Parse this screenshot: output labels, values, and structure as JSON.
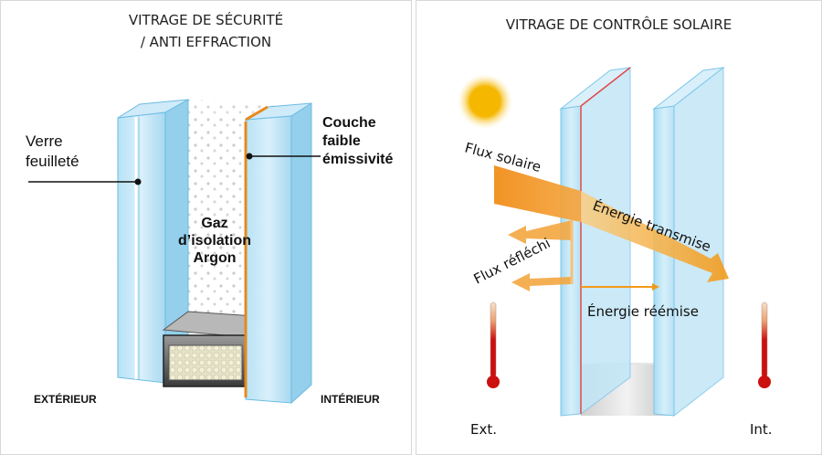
{
  "left_panel": {
    "title_line1": "VITRAGE DE SÉCURITÉ",
    "title_line2": "/ ANTI EFFRACTION",
    "label_laminated_line1": "Verre",
    "label_laminated_line2": "feuilleté",
    "label_gas_line1": "Gaz",
    "label_gas_line2": "d’isolation",
    "label_gas_line3": "Argon",
    "label_coating_line1": "Couche",
    "label_coating_line2": "faible",
    "label_coating_line3": "émissivité",
    "label_exterior": "EXTÉRIEUR",
    "label_interior": "INTÉRIEUR"
  },
  "right_panel": {
    "title": "VITRAGE DE CONTRÔLE SOLAIRE",
    "label_solar_flux": "Flux solaire",
    "label_reflected_flux": "Flux réfléchi",
    "label_transmitted_energy": "Énergie transmise",
    "label_reemitted_energy": "Énergie réémise",
    "label_ext": "Ext.",
    "label_int": "Int."
  },
  "colors": {
    "glass_blue": "#9ed4ee",
    "glass_edge": "#5fb6e0",
    "coating_orange": "#e8891c",
    "arrow_orange": "#f29a1a",
    "thermometer_red": "#cc1010",
    "sun_yellow": "#f5b700"
  }
}
